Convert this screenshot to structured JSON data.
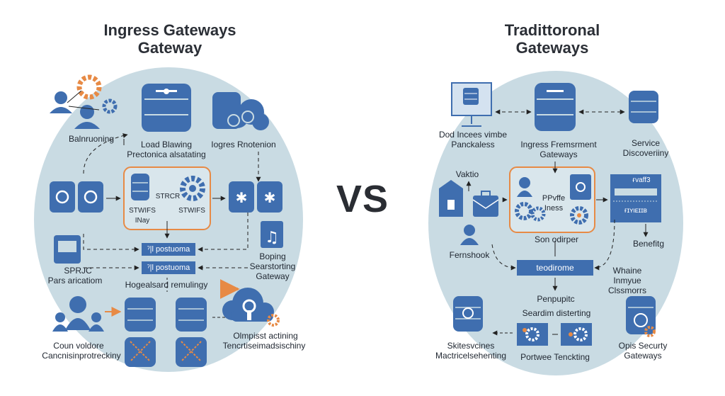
{
  "left": {
    "title_line1": "Ingress Gateways",
    "title_line2": "Gateway",
    "labels": {
      "balancing": "Balnruoning",
      "load_balancing_1": "Load Blawing",
      "load_balancing_2": "Prectonica alsatating",
      "ingress_protection": "Iogres Rnotenion",
      "center_1": "STRCR",
      "center_2": "STWIFS",
      "center_3": "INаy",
      "center_4": "STWIFS",
      "bar_1": "ˀ|l postuoma",
      "bar_2": "ˀ|l postuoma",
      "sprc_1": "SPRJC",
      "sprc_2": "Pars aricatiom",
      "boping_1": "Boping",
      "boping_2": "Searstorting",
      "boping_3": "Gateway",
      "hogealserd": "Hogealsard remulingy",
      "coun_1": "Coun voldore",
      "coun_2": "Cancnisinprotreckiny",
      "olmpist_1": "Olmpisst actining",
      "olmpist_2": "Tencrtiseimadsischiny"
    }
  },
  "vs_label": "VS",
  "right": {
    "title_line1": "Tradittoronal",
    "title_line2": "Gateways",
    "labels": {
      "dod_1": "Dod Incees  vimbe",
      "dod_2": "Panckaless",
      "ingress_1": "Ingress Fremsrment",
      "ingress_2": "Gateways",
      "service_1": "Service",
      "service_2": "Discoveriiny",
      "vaktio": "Vaktio",
      "center_1": "PPvffe",
      "center_2": "Iness",
      "panel_top": "ғvaff3",
      "panel_bottom": "ғɪʏιᴇɪɪʙ",
      "son_odirper": "Son odirper",
      "benefitg": "Benefitg",
      "fremshook": "Fernshook",
      "bar": "teodirome",
      "whaine_1": "Whaine",
      "whaine_2": "Inmyue",
      "whaine_3": "Clssmorrs",
      "penpupitc": "Penpupitc",
      "seardim": "Seardim disterting",
      "skit_1": "Skitesvcines",
      "skit_2": "Mactricelsehenting",
      "portwee": "Portwee Tenckting",
      "opis_1": "Opis Securty",
      "opis_2": "Gateways"
    }
  },
  "colors": {
    "circle_fill": "#c9dbe3",
    "icon_blue": "#3f6eaf",
    "accent_orange": "#e78a45",
    "title_text": "#2b2f36"
  }
}
